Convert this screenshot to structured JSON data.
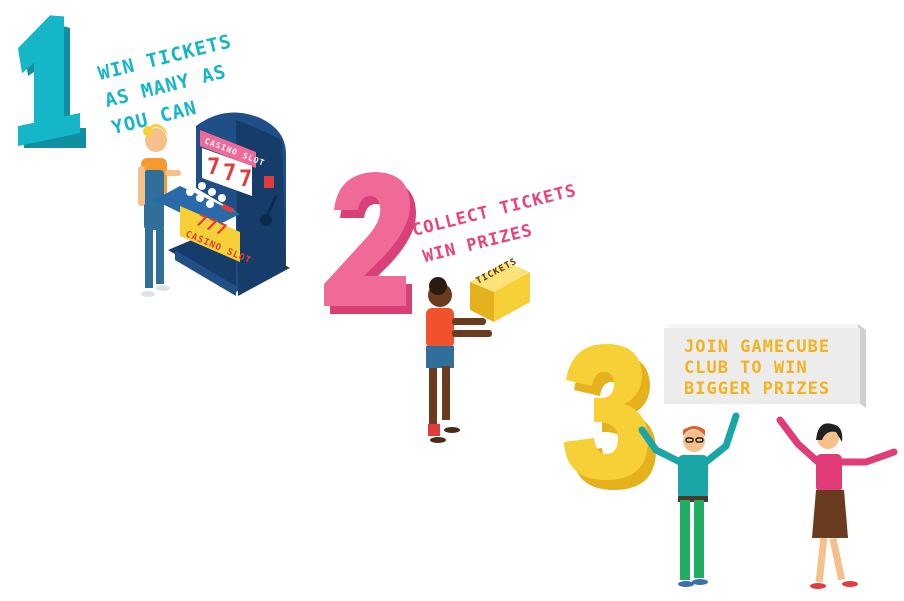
{
  "steps": [
    {
      "number": "1",
      "lines": [
        "WIN TICKETS",
        "AS MANY AS",
        "YOU CAN"
      ],
      "color": "#15b6c8",
      "shadow": "#0f8fa0"
    },
    {
      "number": "2",
      "lines": [
        "COLLECT TICKETS",
        "WIN PRIZES"
      ],
      "color": "#f06a97",
      "shadow": "#d94078"
    },
    {
      "number": "3",
      "color": "#f7cf36",
      "shadow": "#e5b21e"
    }
  ],
  "slot_machine": {
    "top_label": "CASINO SLOT",
    "reels": [
      "7",
      "7",
      "7"
    ],
    "panel_number": "777",
    "panel_label": "CASINO SLOT",
    "body_color": "#1f4f86",
    "panel_color": "#f7cf36"
  },
  "ticket_box": {
    "label": "TICKETS",
    "color": "#f7cf36"
  },
  "sign": {
    "lines": [
      "JOIN GAMECUBE",
      "CLUB TO WIN",
      "BIGGER PRIZES"
    ],
    "board_color": "#ececec",
    "text_color": "#f2b31f"
  }
}
